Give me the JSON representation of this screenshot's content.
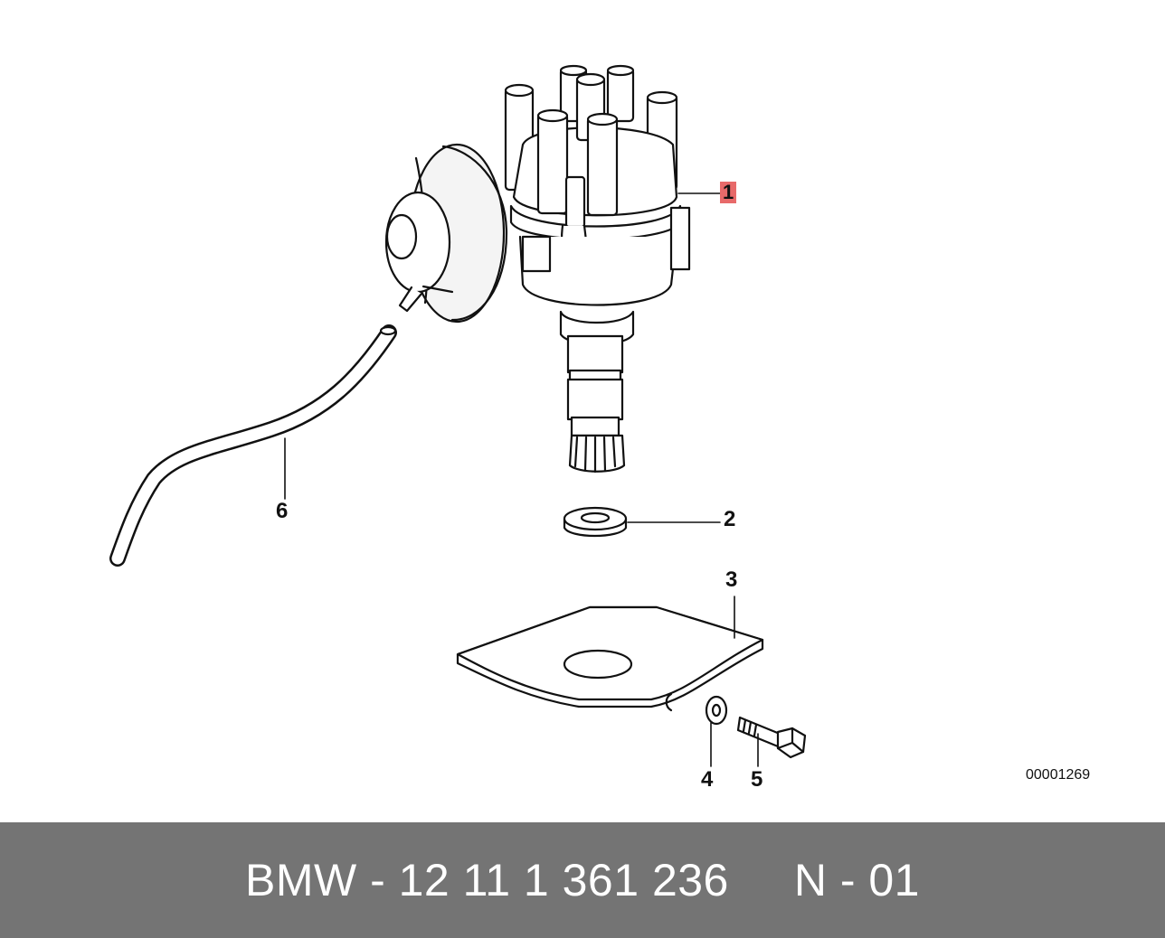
{
  "diagram": {
    "callouts": {
      "c1": "1",
      "c2": "2",
      "c3": "3",
      "c4": "4",
      "c5": "5",
      "c6": "6"
    },
    "diagram_number": "00001269",
    "highlight_color": "#e86a6a"
  },
  "footer": {
    "text": "BMW - 12 11 1 361 236     N - 01",
    "background": "#747474"
  }
}
